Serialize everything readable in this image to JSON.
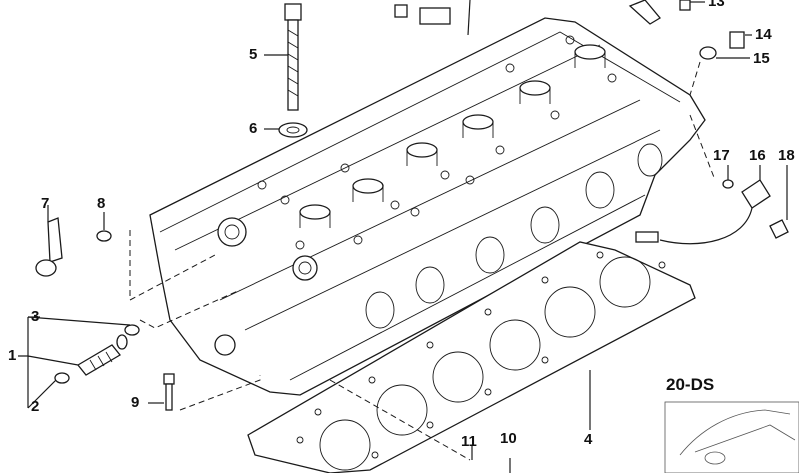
{
  "callouts": {
    "c1": "1",
    "c2": "2",
    "c3": "3",
    "c4": "4",
    "c5": "5",
    "c6": "6",
    "c7": "7",
    "c8": "8",
    "c9": "9",
    "c10": "10",
    "c11": "11",
    "c13": "13",
    "c14": "14",
    "c15": "15",
    "c16": "16",
    "c17": "17",
    "c18": "18"
  },
  "model_badge": "20-DS",
  "colors": {
    "ink": "#1a1a1a",
    "paper": "#ffffff",
    "grey": "#555555"
  }
}
